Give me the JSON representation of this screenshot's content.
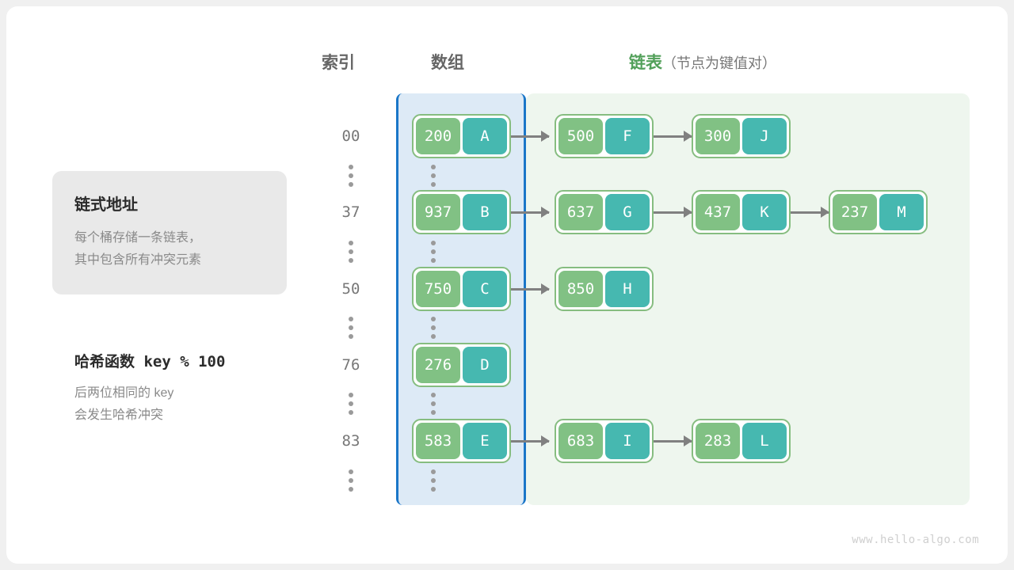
{
  "headers": {
    "index": "索引",
    "array": "数组",
    "list_accent": "链表",
    "list_sub": "（节点为键值对）"
  },
  "notes": {
    "card": {
      "title": "链式地址",
      "line1": "每个桶存储一条链表，",
      "line2": "其中包含所有冲突元素"
    },
    "hash": {
      "title": "哈希函数 key % 100",
      "line1": "后两位相同的 key",
      "line2": "会发生哈希冲突"
    }
  },
  "colors": {
    "key_fill": "#81c184",
    "value_fill": "#46b8b0",
    "node_border": "#86bd80",
    "array_region_bg": "#ddeaf6",
    "array_region_border": "#1a76c8",
    "chain_region_bg": "#eef6ee",
    "arrow": "#808080",
    "accent_green": "#52a05a"
  },
  "buckets": [
    {
      "index": "00",
      "bucket": {
        "key": "200",
        "value": "A"
      },
      "chain": [
        {
          "key": "500",
          "value": "F"
        },
        {
          "key": "300",
          "value": "J"
        }
      ]
    },
    {
      "index": "37",
      "bucket": {
        "key": "937",
        "value": "B"
      },
      "chain": [
        {
          "key": "637",
          "value": "G"
        },
        {
          "key": "437",
          "value": "K"
        },
        {
          "key": "237",
          "value": "M"
        }
      ]
    },
    {
      "index": "50",
      "bucket": {
        "key": "750",
        "value": "C"
      },
      "chain": [
        {
          "key": "850",
          "value": "H"
        }
      ]
    },
    {
      "index": "76",
      "bucket": {
        "key": "276",
        "value": "D"
      },
      "chain": []
    },
    {
      "index": "83",
      "bucket": {
        "key": "583",
        "value": "E"
      },
      "chain": [
        {
          "key": "683",
          "value": "I"
        },
        {
          "key": "283",
          "value": "L"
        }
      ]
    }
  ],
  "watermark": "www.hello-algo.com"
}
